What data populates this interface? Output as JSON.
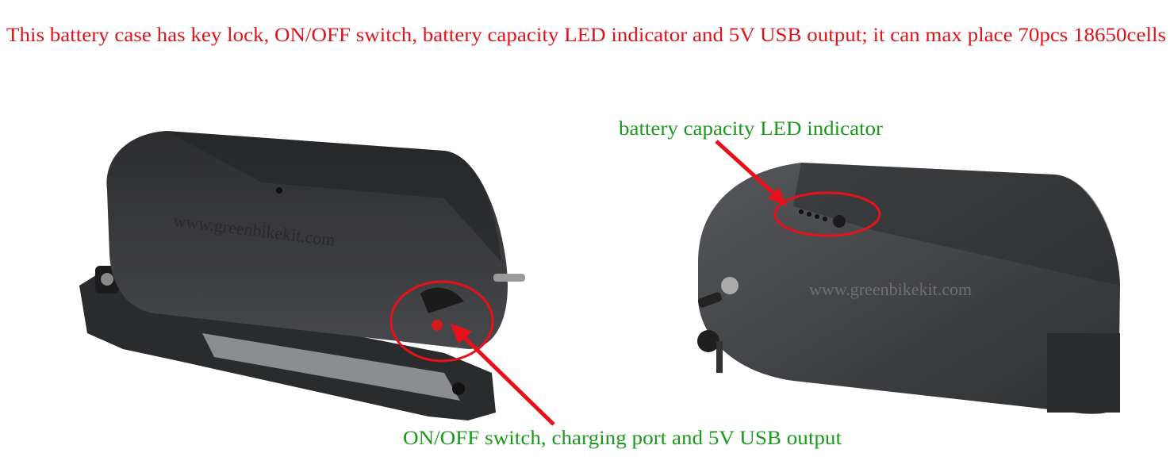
{
  "headline": "This battery case has key lock, ON/OFF switch, battery capacity LED indicator and 5V USB output; it can max place 70pcs 18650cells",
  "annotations": {
    "led_indicator": "battery capacity LED indicator",
    "switch_port": "ON/OFF switch, charging port and 5V USB output"
  },
  "watermark": "www.greenbikekit.com",
  "colors": {
    "headline": "#e0141c",
    "annotation": "#1a9a1a",
    "marker": "#e8101a",
    "battery": "#3a3b3d"
  }
}
